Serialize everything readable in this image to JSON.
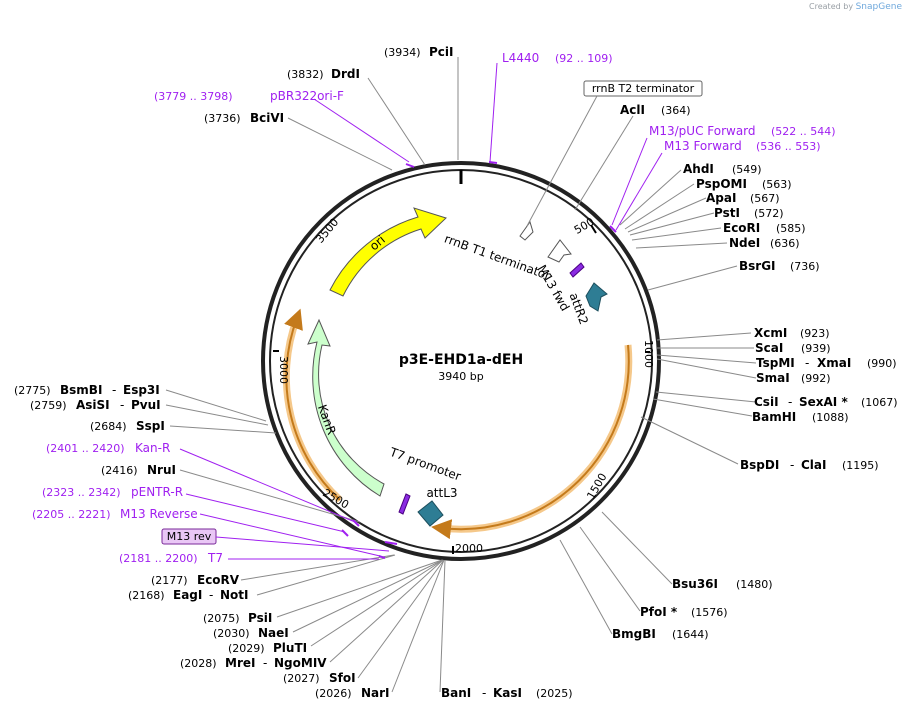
{
  "credit": {
    "prefix": "Created by",
    "brand": "SnapGene"
  },
  "plasmid": {
    "name": "p3E-EHD1a-dEH",
    "size": "3940 bp"
  },
  "ticks": [
    "500",
    "1000",
    "1500",
    "2000",
    "2500",
    "3000",
    "3500"
  ],
  "features": {
    "ori": "ori",
    "kanr": "KanR",
    "rrnb_t1": "rrnB T1 terminator",
    "m13_fwd": "M13 fwd",
    "attr2": "attR2",
    "t7_promoter": "T7 promoter",
    "attl3": "attL3",
    "rrnb_t2": "rrnB T2 terminator",
    "m13_rev": "M13 rev"
  },
  "primers": [
    {
      "name": "L4440",
      "range": "(92 .. 109)"
    },
    {
      "name": "pBR322ori-F",
      "range": "(3779 .. 3798)"
    },
    {
      "name": "M13/pUC Forward",
      "range": "(522 .. 544)"
    },
    {
      "name": "M13 Forward",
      "range": "(536 .. 553)"
    },
    {
      "name": "Kan-R",
      "range": "(2401 .. 2420)"
    },
    {
      "name": "pENTR-R",
      "range": "(2323 .. 2342)"
    },
    {
      "name": "M13 Reverse",
      "range": "(2205 .. 2221)"
    },
    {
      "name": "T7",
      "range": "(2181 .. 2200)"
    }
  ],
  "sites": [
    {
      "pos": "(3934)",
      "name": "PciI"
    },
    {
      "pos": "(3832)",
      "name": "DrdI"
    },
    {
      "pos": "(3736)",
      "name": "BciVI"
    },
    {
      "name": "AclI",
      "pos": "(364)"
    },
    {
      "name": "AhdI",
      "pos": "(549)"
    },
    {
      "name": "PspOMI",
      "pos": "(563)"
    },
    {
      "name": "ApaI",
      "pos": "(567)"
    },
    {
      "name": "PstI",
      "pos": "(572)"
    },
    {
      "name": "EcoRI",
      "pos": "(585)"
    },
    {
      "name": "NdeI",
      "pos": "(636)"
    },
    {
      "name": "BsrGI",
      "pos": "(736)"
    },
    {
      "name": "XcmI",
      "pos": "(923)"
    },
    {
      "name": "ScaI",
      "pos": "(939)"
    },
    {
      "name": "TspMI",
      "sep": "-",
      "name2": "XmaI",
      "pos": "(990)"
    },
    {
      "name": "SmaI",
      "pos": "(992)"
    },
    {
      "name": "CsiI",
      "sep": "-",
      "name2": "SexAI *",
      "pos": "(1067)"
    },
    {
      "name": "BamHI",
      "pos": "(1088)"
    },
    {
      "name": "BspDI",
      "sep": "-",
      "name2": "ClaI",
      "pos": "(1195)"
    },
    {
      "name": "Bsu36I",
      "pos": "(1480)"
    },
    {
      "name": "PfoI *",
      "pos": "(1576)"
    },
    {
      "name": "BmgBI",
      "pos": "(1644)"
    },
    {
      "name": "BanI",
      "sep": "-",
      "name2": "KasI",
      "pos": "(2025)"
    },
    {
      "pos": "(2026)",
      "name": "NarI"
    },
    {
      "pos": "(2027)",
      "name": "SfoI"
    },
    {
      "pos": "(2028)",
      "name": "MreI",
      "sep": "-",
      "name2": "NgoMIV"
    },
    {
      "pos": "(2029)",
      "name": "PluTI"
    },
    {
      "pos": "(2030)",
      "name": "NaeI"
    },
    {
      "pos": "(2075)",
      "name": "PsiI"
    },
    {
      "pos": "(2168)",
      "name": "EagI",
      "sep": "-",
      "name2": "NotI"
    },
    {
      "pos": "(2177)",
      "name": "EcoRV"
    },
    {
      "pos": "(2416)",
      "name": "NruI"
    },
    {
      "pos": "(2684)",
      "name": "SspI"
    },
    {
      "pos": "(2759)",
      "name": "AsiSI",
      "sep": "-",
      "name2": "PvuI"
    },
    {
      "pos": "(2775)",
      "name": "BsmBI",
      "sep": "-",
      "name2": "Esp3I"
    }
  ],
  "colors": {
    "primer": "#a020f0",
    "ori": "#ffff00",
    "kanr": "#ccffcc",
    "att": "#2e7d94",
    "orange_band": "#f5c88a",
    "orange_arrow": "#c47a1b",
    "backbone": "#222222",
    "leader": "#8a8a8a",
    "m13rev_fill": "#e9c7f5"
  }
}
